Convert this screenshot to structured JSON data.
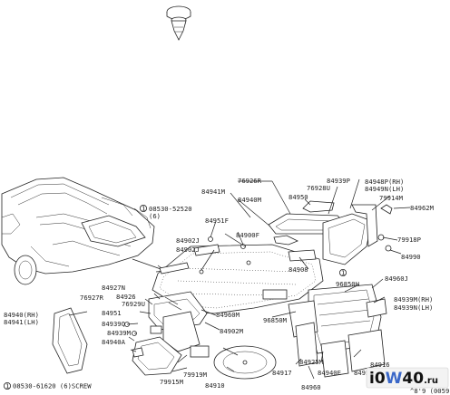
{
  "labels": {
    "p76926R": "76926R",
    "p84941M": "84941M",
    "p76928U": "76928U",
    "p84939P": "84939P",
    "p84948PRH": "84948P(RH)",
    "p84949NLH": "84949N(LH)",
    "p84940M": "84940M",
    "p84950": "84950",
    "p79914M": "79914M",
    "p84962M": "84962M",
    "screwTop1": "08530-52520",
    "screwTop2": "(6)",
    "p84951F": "84951F",
    "p84902J": "84902J",
    "p84902JJ": "84902J",
    "p84900F": "84900F",
    "p79918P": "79918P",
    "p84990": "84990",
    "p84908": "84908",
    "p84960J": "84960J",
    "p96850H": "96850H",
    "p84927N": "84927N",
    "p76927R": "76927R",
    "p84926": "84926",
    "p76929U": "76929U",
    "p84940RH": "84940(RH)",
    "p84941LH": "84941(LH)",
    "p84951": "84951",
    "p84939Q": "84939Q",
    "p84939M": "84939M",
    "p84940A": "84940A",
    "p84960M": "84960M",
    "p96850M": "96850M",
    "p84902M": "84902M",
    "p84939MRH": "84939M(RH)",
    "p84939NLH": "84939N(LH)",
    "p79919M": "79919M",
    "p79915M": "79915M",
    "p84910": "84910",
    "p84917": "84917",
    "p84925M": "84925M",
    "p84940E": "84940E",
    "p84952": "84952",
    "p84916": "84916",
    "p84960": "84960",
    "circleRef": "1",
    "screwBottom": "08530-61620 (6)SCREW",
    "refCode": "^8'9 (0059"
  },
  "watermark": {
    "brand_a": "i0",
    "brand_w": "W",
    "brand_b": "40",
    "brand_dot": ".",
    "brand_tld": "ru"
  }
}
